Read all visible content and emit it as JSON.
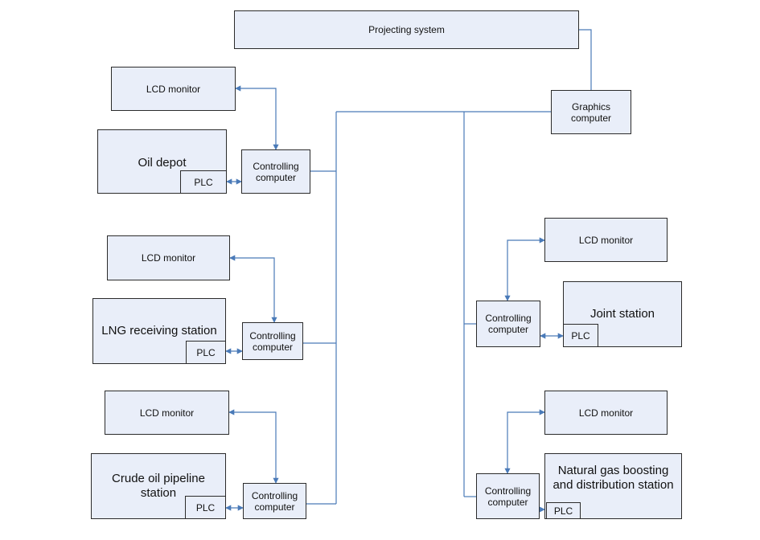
{
  "diagram": {
    "projecting_system": "Projecting system",
    "graphics_computer": "Graphics computer",
    "lcd_monitor": "LCD monitor",
    "controlling_computer": "Controlling computer",
    "plc": "PLC",
    "stations": {
      "oil_depot": "Oil depot",
      "lng_receiving": "LNG receiving station",
      "crude_oil_pipeline": "Crude oil pipeline station",
      "joint_station": "Joint station",
      "natural_gas": "Natural gas boosting and distribution station"
    }
  }
}
